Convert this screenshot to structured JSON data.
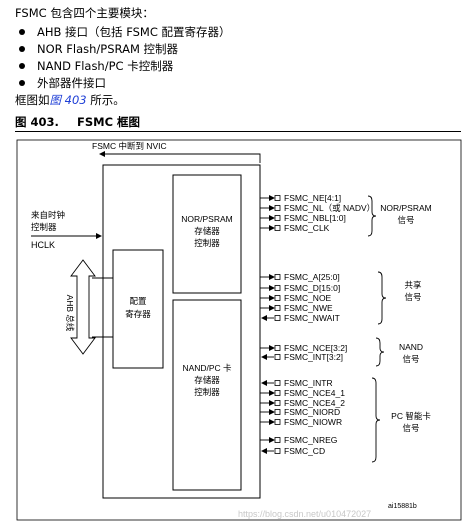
{
  "intro": "FSMC 包含四个主要模块：",
  "modules": [
    "AHB 接口（包括 FSMC 配置寄存器）",
    "NOR Flash/PSRAM 控制器",
    "NAND Flash/PC 卡控制器",
    "外部器件接口"
  ],
  "diagram_ref": {
    "prefix": "框图如",
    "link": "图 403",
    "suffix": " 所示。"
  },
  "figure": {
    "number": "图 403.",
    "title": "FSMC 框图"
  },
  "diagram": {
    "nvic": "FSMC 中断到 NVIC",
    "clock_in": [
      "来自时钟",
      "控制器"
    ],
    "hclk": "HCLK",
    "ahb_bus": "AHB 总线",
    "config_regs": [
      "配置",
      "寄存器"
    ],
    "nor_ctrl": [
      "NOR/PSRAM",
      "存储器",
      "控制器"
    ],
    "nand_ctrl": [
      "NAND/PC 卡",
      "存储器",
      "控制器"
    ],
    "nor_signals": [
      "FSMC_NE[4:1]",
      "FSMC_NL（或 NADV）",
      "FSMC_NBL[1:0]",
      "FSMC_CLK"
    ],
    "shared_signals": [
      "FSMC_A[25:0]",
      "FSMC_D[15:0]",
      "FSMC_NOE",
      "FSMC_NWE",
      "FSMC_NWAIT"
    ],
    "nand_signals": [
      "FSMC_NCE[3:2]",
      "FSMC_INT[3:2]"
    ],
    "pc_signals": [
      "FSMC_INTR",
      "FSMC_NCE4_1",
      "FSMC_NCE4_2",
      "FSMC_NIORD",
      "FSMC_NIOWR",
      "FSMC_NREG",
      "FSMC_CD"
    ],
    "groups": {
      "nor": [
        "NOR/PSRAM",
        "信号"
      ],
      "shared": [
        "共享",
        "信号"
      ],
      "nand": [
        "NAND",
        "信号"
      ],
      "pc": [
        "PC 智能卡",
        "信号"
      ]
    },
    "figure_code": "ai15881b",
    "watermark": "https://blog.csdn.net/u010472027"
  }
}
